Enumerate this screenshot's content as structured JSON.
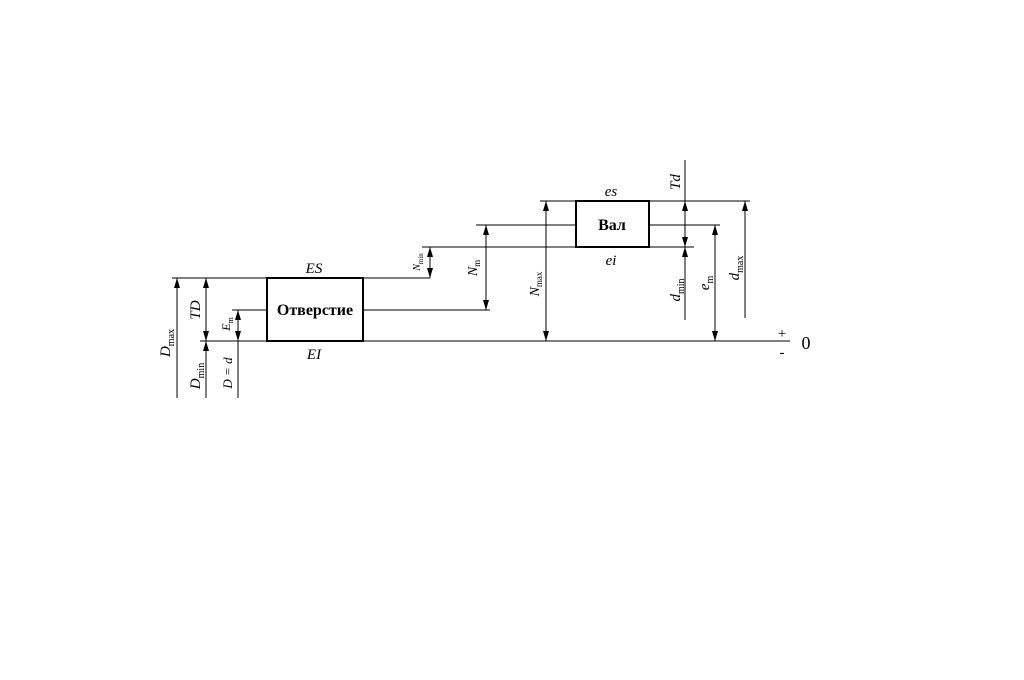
{
  "diagram": {
    "hole": {
      "label": "Отверстие",
      "upper_deviation": "ES",
      "lower_deviation": "EI"
    },
    "shaft": {
      "label": "Вал",
      "upper_deviation": "es",
      "lower_deviation": "ei"
    },
    "zero_line": {
      "plus": "+",
      "minus": "-",
      "zero": "0"
    },
    "dimensions": {
      "D_max": {
        "base": "D",
        "sub": "max"
      },
      "D_min": {
        "base": "D",
        "sub": "min"
      },
      "TD": "TD",
      "E_m": {
        "base": "E",
        "sub": "m"
      },
      "D_eq_d": "D = d",
      "N_min": {
        "base": "N",
        "sub": "min"
      },
      "N_m": {
        "base": "N",
        "sub": "m"
      },
      "N_max": {
        "base": "N",
        "sub": "max"
      },
      "Td": "Td",
      "d_min": {
        "base": "d",
        "sub": "min"
      },
      "e_m": {
        "base": "e",
        "sub": "m"
      },
      "d_max": {
        "base": "d",
        "sub": "max"
      }
    }
  }
}
